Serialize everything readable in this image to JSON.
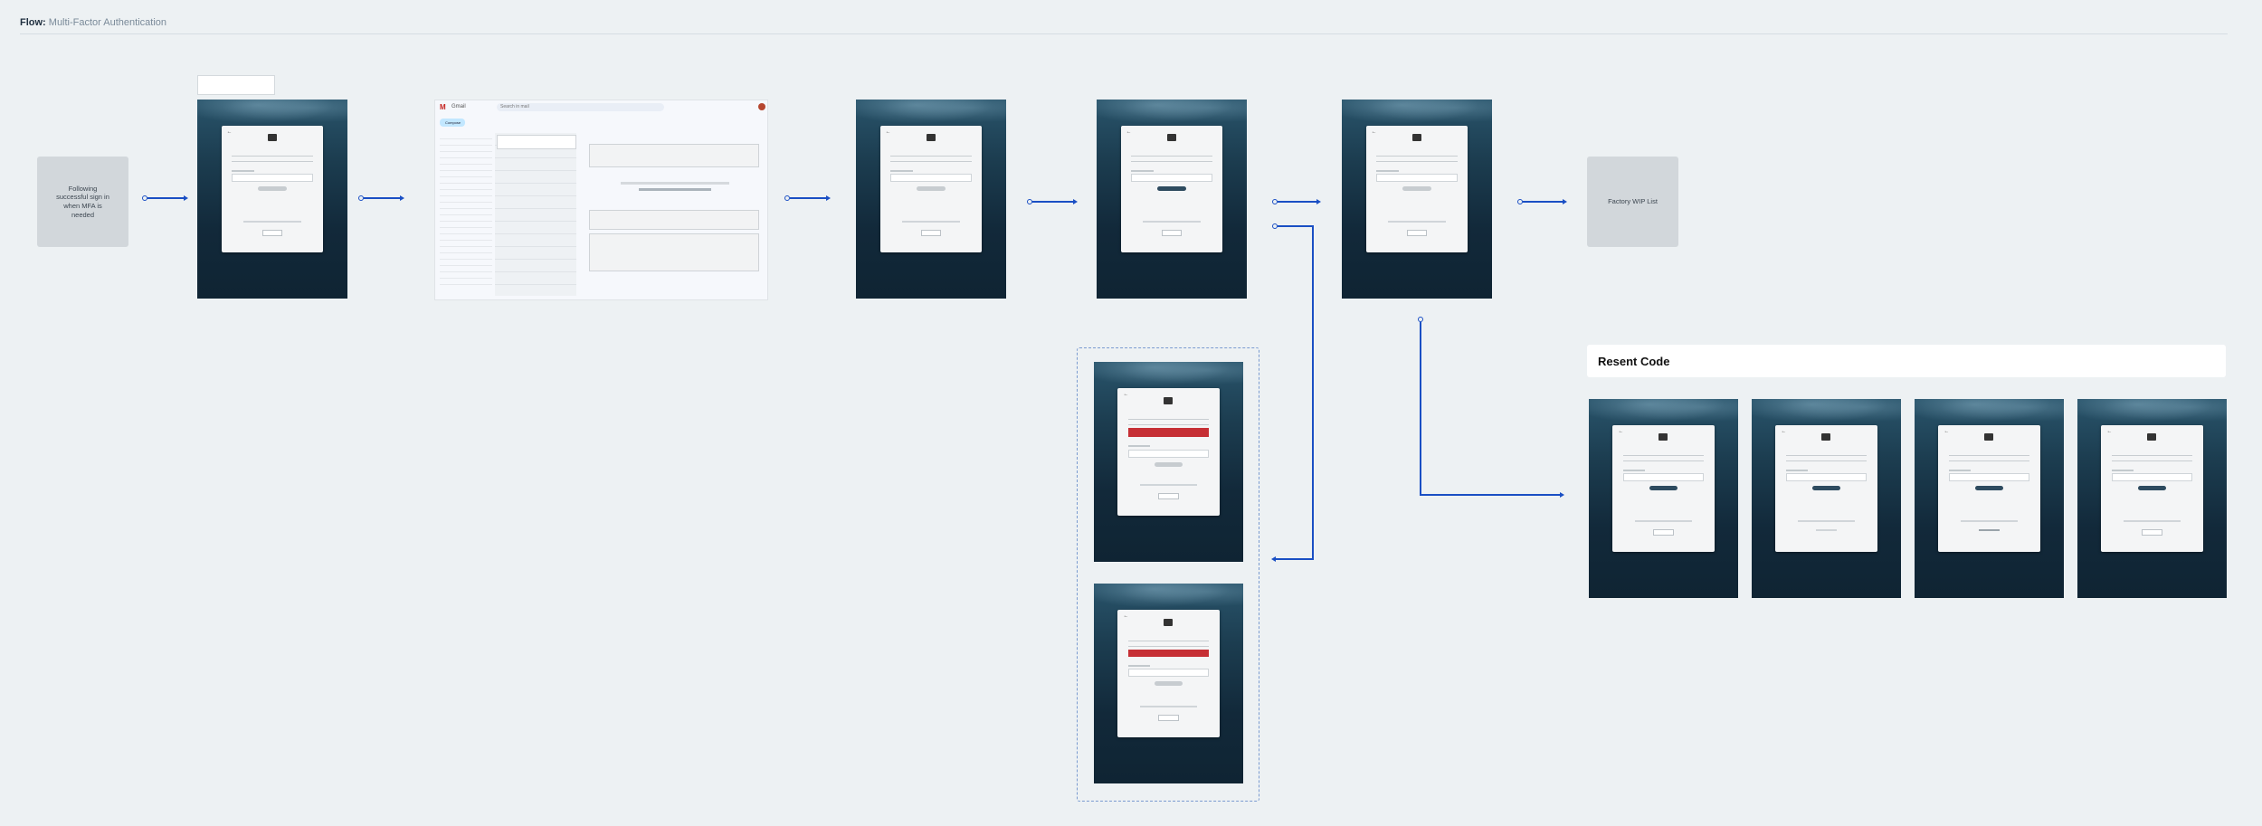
{
  "header": {
    "flow_label": "Flow:",
    "flow_name": "Multi-Factor Authentication"
  },
  "notes": {
    "start": "Following successful sign in when MFA is needed",
    "end": "Factory WIP List"
  },
  "gmail": {
    "app_name": "Gmail",
    "search_placeholder": "Search in mail",
    "compose": "Compose"
  },
  "resent_section": {
    "title": "Resent Code"
  },
  "colors": {
    "connector": "#1a4fc4",
    "error": "#c62f35",
    "primary_button": "#2e4b5f",
    "background": "#edf1f3"
  }
}
